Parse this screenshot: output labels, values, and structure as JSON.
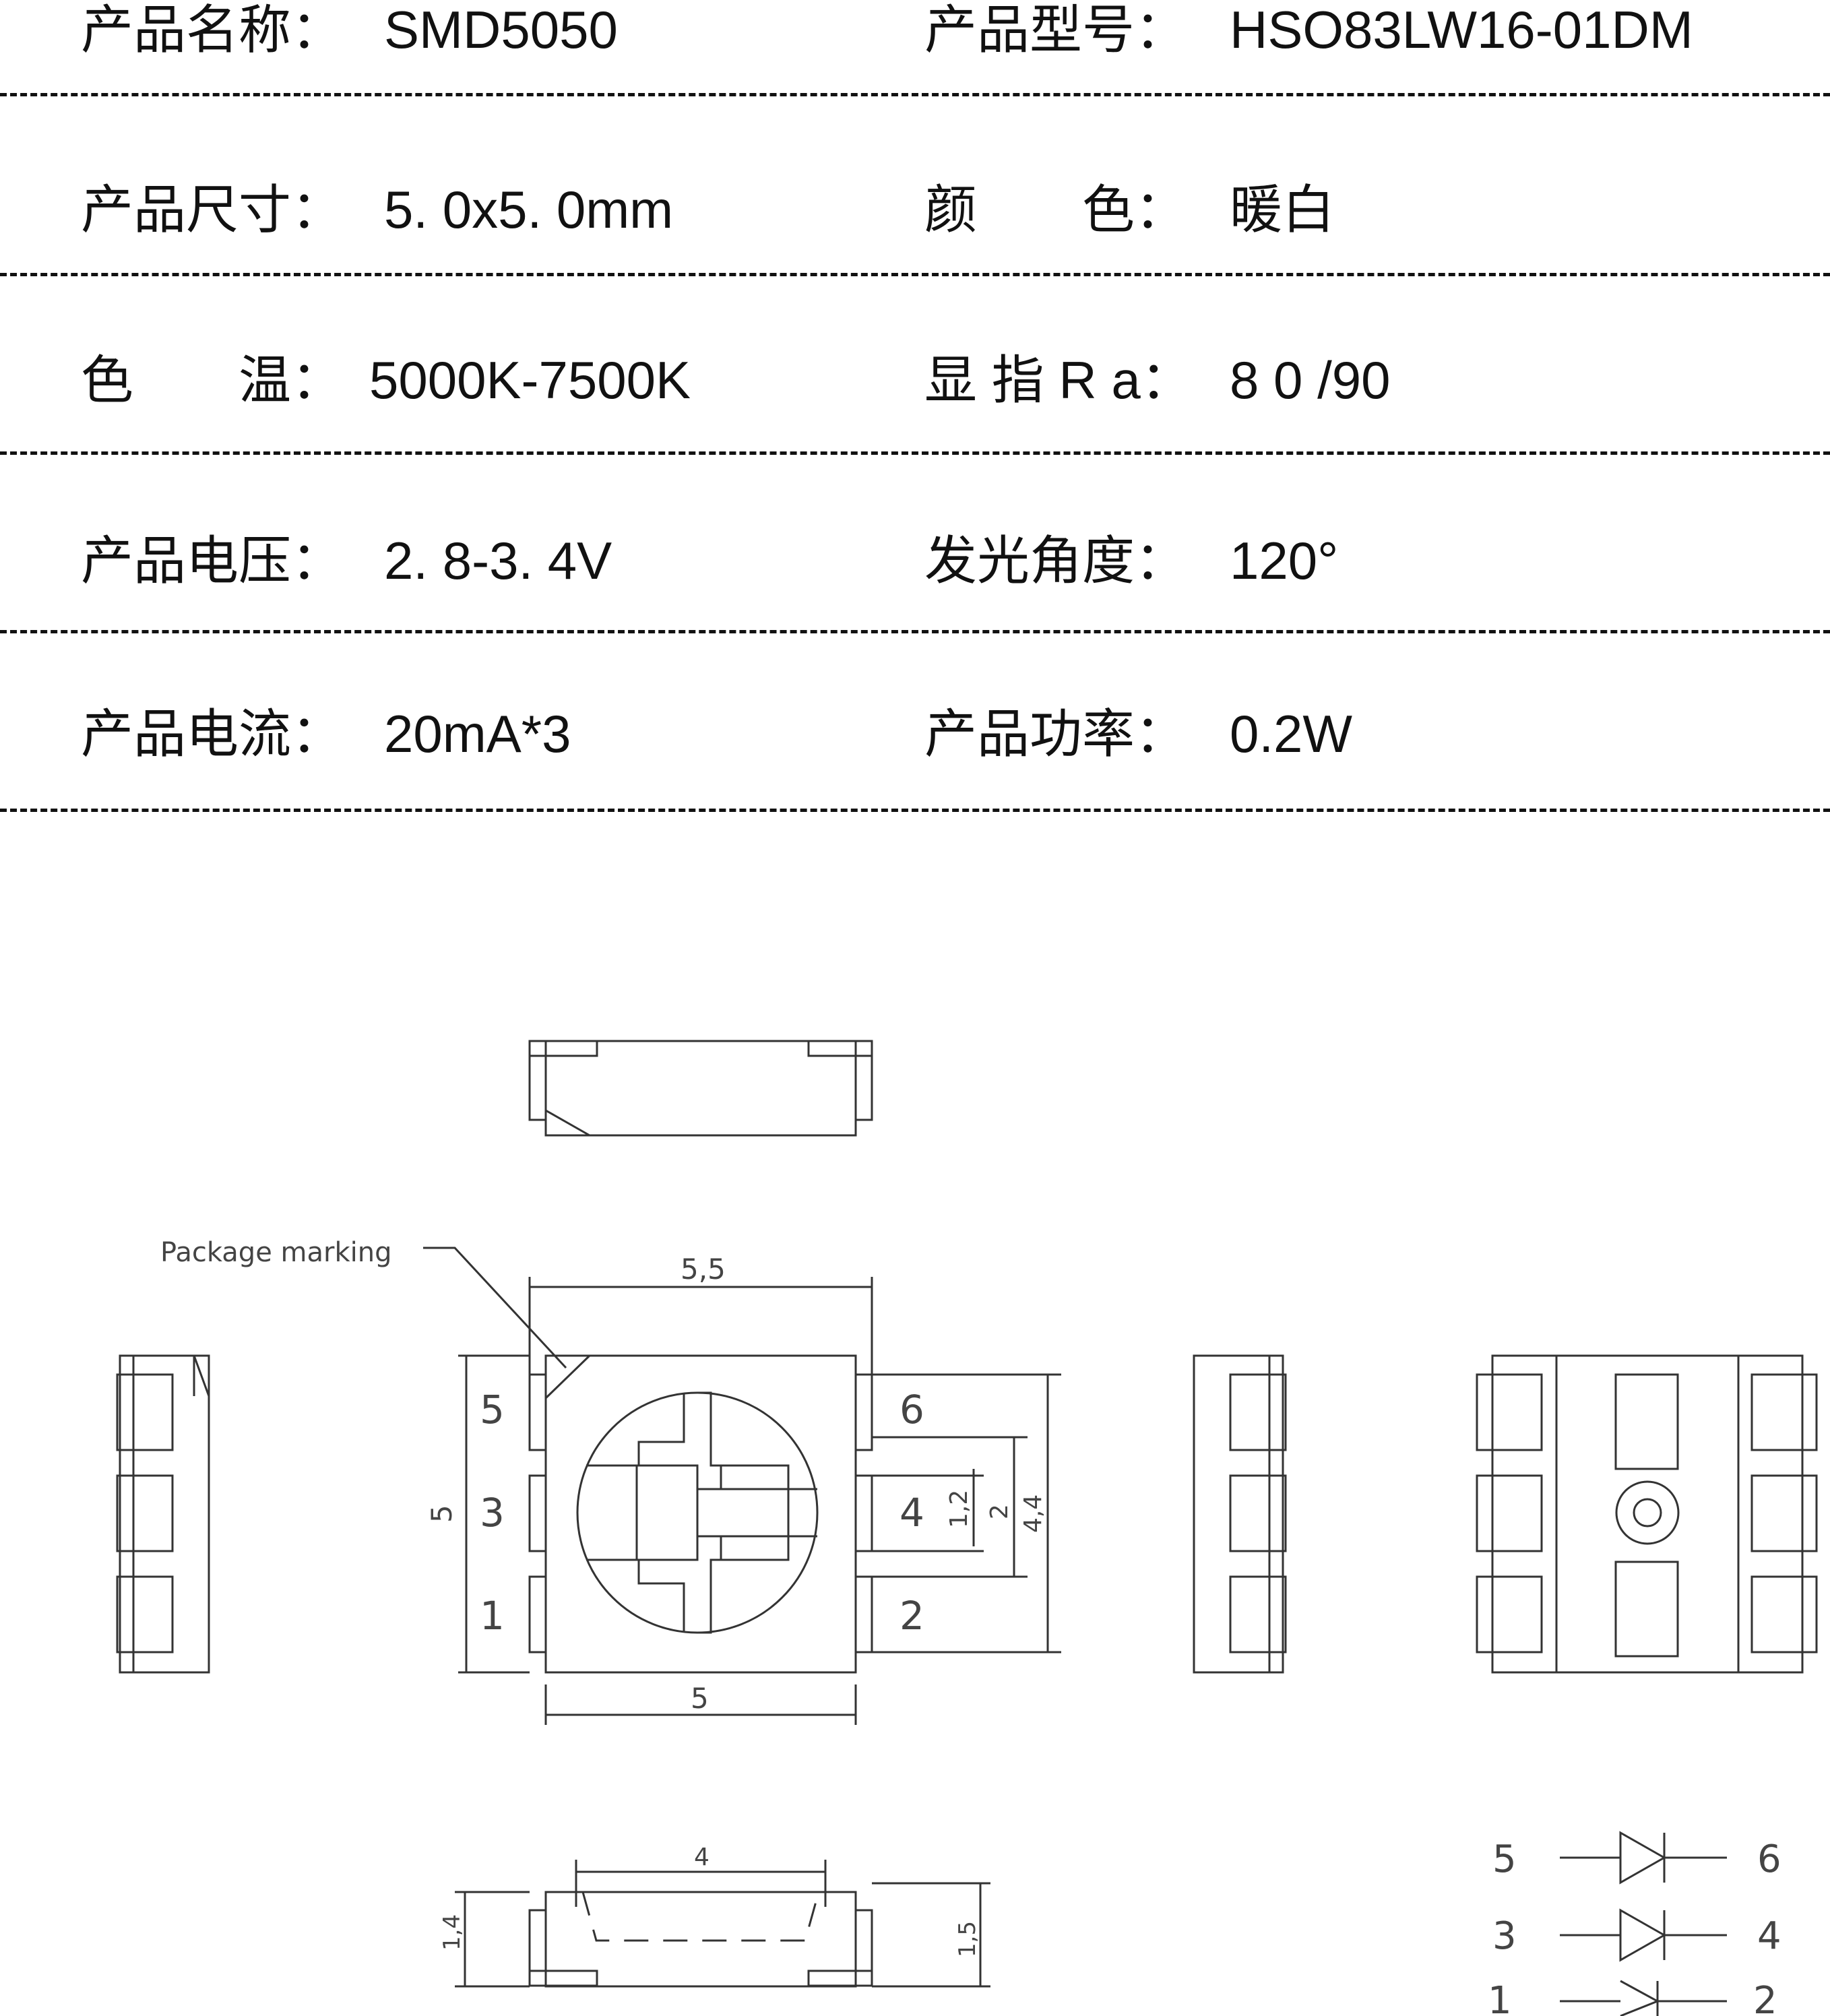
{
  "specs": [
    {
      "label": "产品名称：",
      "value": "SMD5050",
      "label2": "产品型号：",
      "value2": "HSO83LW16-01DM"
    },
    {
      "label": "产品尺寸：",
      "value": "5. 0x5. 0mm",
      "label2": "颜　　色：",
      "value2": "暖白"
    },
    {
      "label": "色　　温：",
      "value": "5000K-7500K",
      "label2": "显 指 R a：",
      "value2": "8 0 /90"
    },
    {
      "label": "产品电压：",
      "value": "2. 8-3. 4V",
      "label2": "发光角度：",
      "value2": "120°"
    },
    {
      "label": "产品电流：",
      "value": "20mA*3",
      "label2": "产品功率：",
      "value2": "0.2W"
    }
  ],
  "drawing": {
    "marking_label": "Package marking",
    "dim_top_width": "5,5",
    "dim_bottom_width": "5",
    "dim_left_height": "5",
    "dim_right_inner": "1,2",
    "dim_right_mid": "2",
    "dim_right_outer": "4,4",
    "dim_bottom_view_width": "4",
    "dim_bottom_view_left": "1,4",
    "dim_bottom_view_right": "1,5",
    "pins_left": [
      "5",
      "3",
      "1"
    ],
    "pins_right": [
      "6",
      "4",
      "2"
    ],
    "schematic": [
      {
        "left": "5",
        "right": "6"
      },
      {
        "left": "3",
        "right": "4"
      },
      {
        "left": "1",
        "right": "2"
      }
    ]
  }
}
